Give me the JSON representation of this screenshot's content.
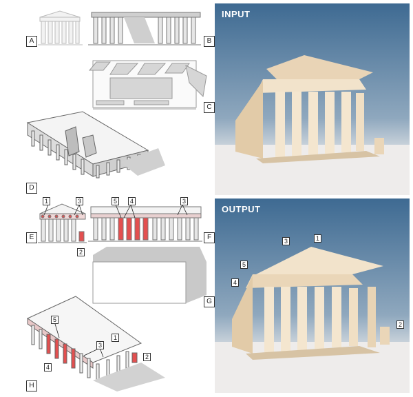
{
  "panel_labels": [
    "A",
    "B",
    "C",
    "D",
    "E",
    "F",
    "G",
    "H"
  ],
  "photo_titles": {
    "input": "INPUT",
    "output": "OUTPUT"
  },
  "callouts": {
    "e": [
      "1",
      "3",
      "2"
    ],
    "f": [
      "5",
      "4",
      "3"
    ],
    "h": [
      "5",
      "1",
      "3",
      "4",
      "2"
    ],
    "output": [
      "3",
      "1",
      "5",
      "4",
      "2"
    ]
  },
  "colors": {
    "highlight": "#e35050",
    "sky_top": "#3e6a92",
    "sky_bottom": "#b9c7d3",
    "stone": "#efdcc0"
  }
}
